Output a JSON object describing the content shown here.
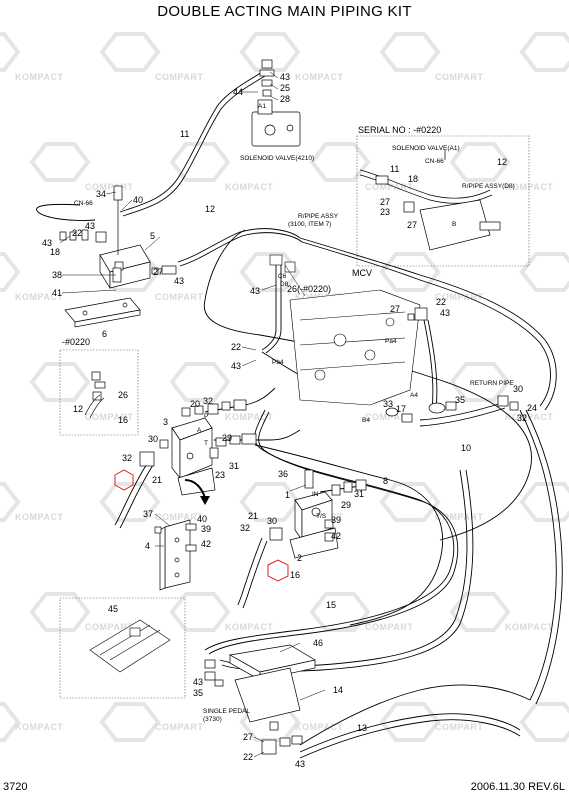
{
  "title": "DOUBLE ACTING MAIN PIPING KIT",
  "page_code": "3720",
  "revision": "2006.11.30  REV.6L",
  "labels": {
    "solenoid_valve": "SOLENOID VALVE(4210)",
    "serial_no": "SERIAL NO : -#0220",
    "solenoid_valve_a1": "SOLENOID VALVE(A1)",
    "cn66_inset": "CN-66",
    "r_pipe_assy_d8": "R/PIPE ASSY(D8)",
    "cn66_main": "CN-66",
    "r_pipe_assy": "R/PIPE ASSY",
    "r_pipe_assy_ref": "(3100, ITEM 7)",
    "mcv": "MCV",
    "inset_0220": "-#0220",
    "return_pipe": "RETURN PIPE",
    "single_pedal": "SINGLE PEDAL",
    "single_pedal_ref": "(3730)",
    "pa4": "Pa4",
    "pb4": "Pb4",
    "a4": "A4",
    "b4": "B4",
    "port_a1": "A1",
    "port_p": "P",
    "port_t": "T",
    "port_a": "A",
    "port_b": "B",
    "port_in": "IN",
    "port_ts": "T/S",
    "port_c6": "C6",
    "port_d8": "D8"
  },
  "callouts": {
    "c43a": "43",
    "c25a": "25",
    "c44a": "44",
    "c28a": "28",
    "c11a": "11",
    "c34": "34",
    "c40a": "40",
    "c12a": "12",
    "c43b": "43",
    "c22a": "22",
    "c5": "5",
    "c43c": "43",
    "c18a": "18",
    "c38": "38",
    "c27a": "27",
    "c43d": "43",
    "c41": "41",
    "c6": "6",
    "c26a": "26(-#0220)",
    "c43e": "43",
    "c11b": "11",
    "c18b": "18",
    "c12b": "12",
    "c27b": "27",
    "c23a": "23",
    "c27c": "27",
    "c27d": "27",
    "c22b": "22",
    "c43f": "43",
    "c22c": "22",
    "c43g": "43",
    "c26b": "26",
    "c12c": "12",
    "c16a": "16",
    "c20": "20",
    "c32a": "32",
    "c3": "3",
    "c30a": "30",
    "c29a": "29",
    "c23b": "23",
    "c31a": "31",
    "c32b": "32",
    "c21a": "21",
    "c33": "33",
    "c17": "17",
    "c35": "35",
    "c30b": "30",
    "c24": "24",
    "c32c": "32",
    "c10": "10",
    "c8": "8",
    "c36": "36",
    "c1": "1",
    "c31b": "31",
    "c29b": "29",
    "c39a": "39",
    "c37": "37",
    "c40b": "40",
    "c39b": "39",
    "c4": "4",
    "c42a": "42",
    "c21b": "21",
    "c30c": "30",
    "c32d": "32",
    "c42b": "42",
    "c2": "2",
    "c16b": "16",
    "c15": "15",
    "c45": "45",
    "c46": "46",
    "c43h": "43",
    "c35b": "35",
    "c14": "14",
    "c13": "13",
    "c27e": "27",
    "c22d": "22",
    "c43i": "43"
  },
  "watermark": "KOMPACT",
  "watermark2": "COMPART"
}
